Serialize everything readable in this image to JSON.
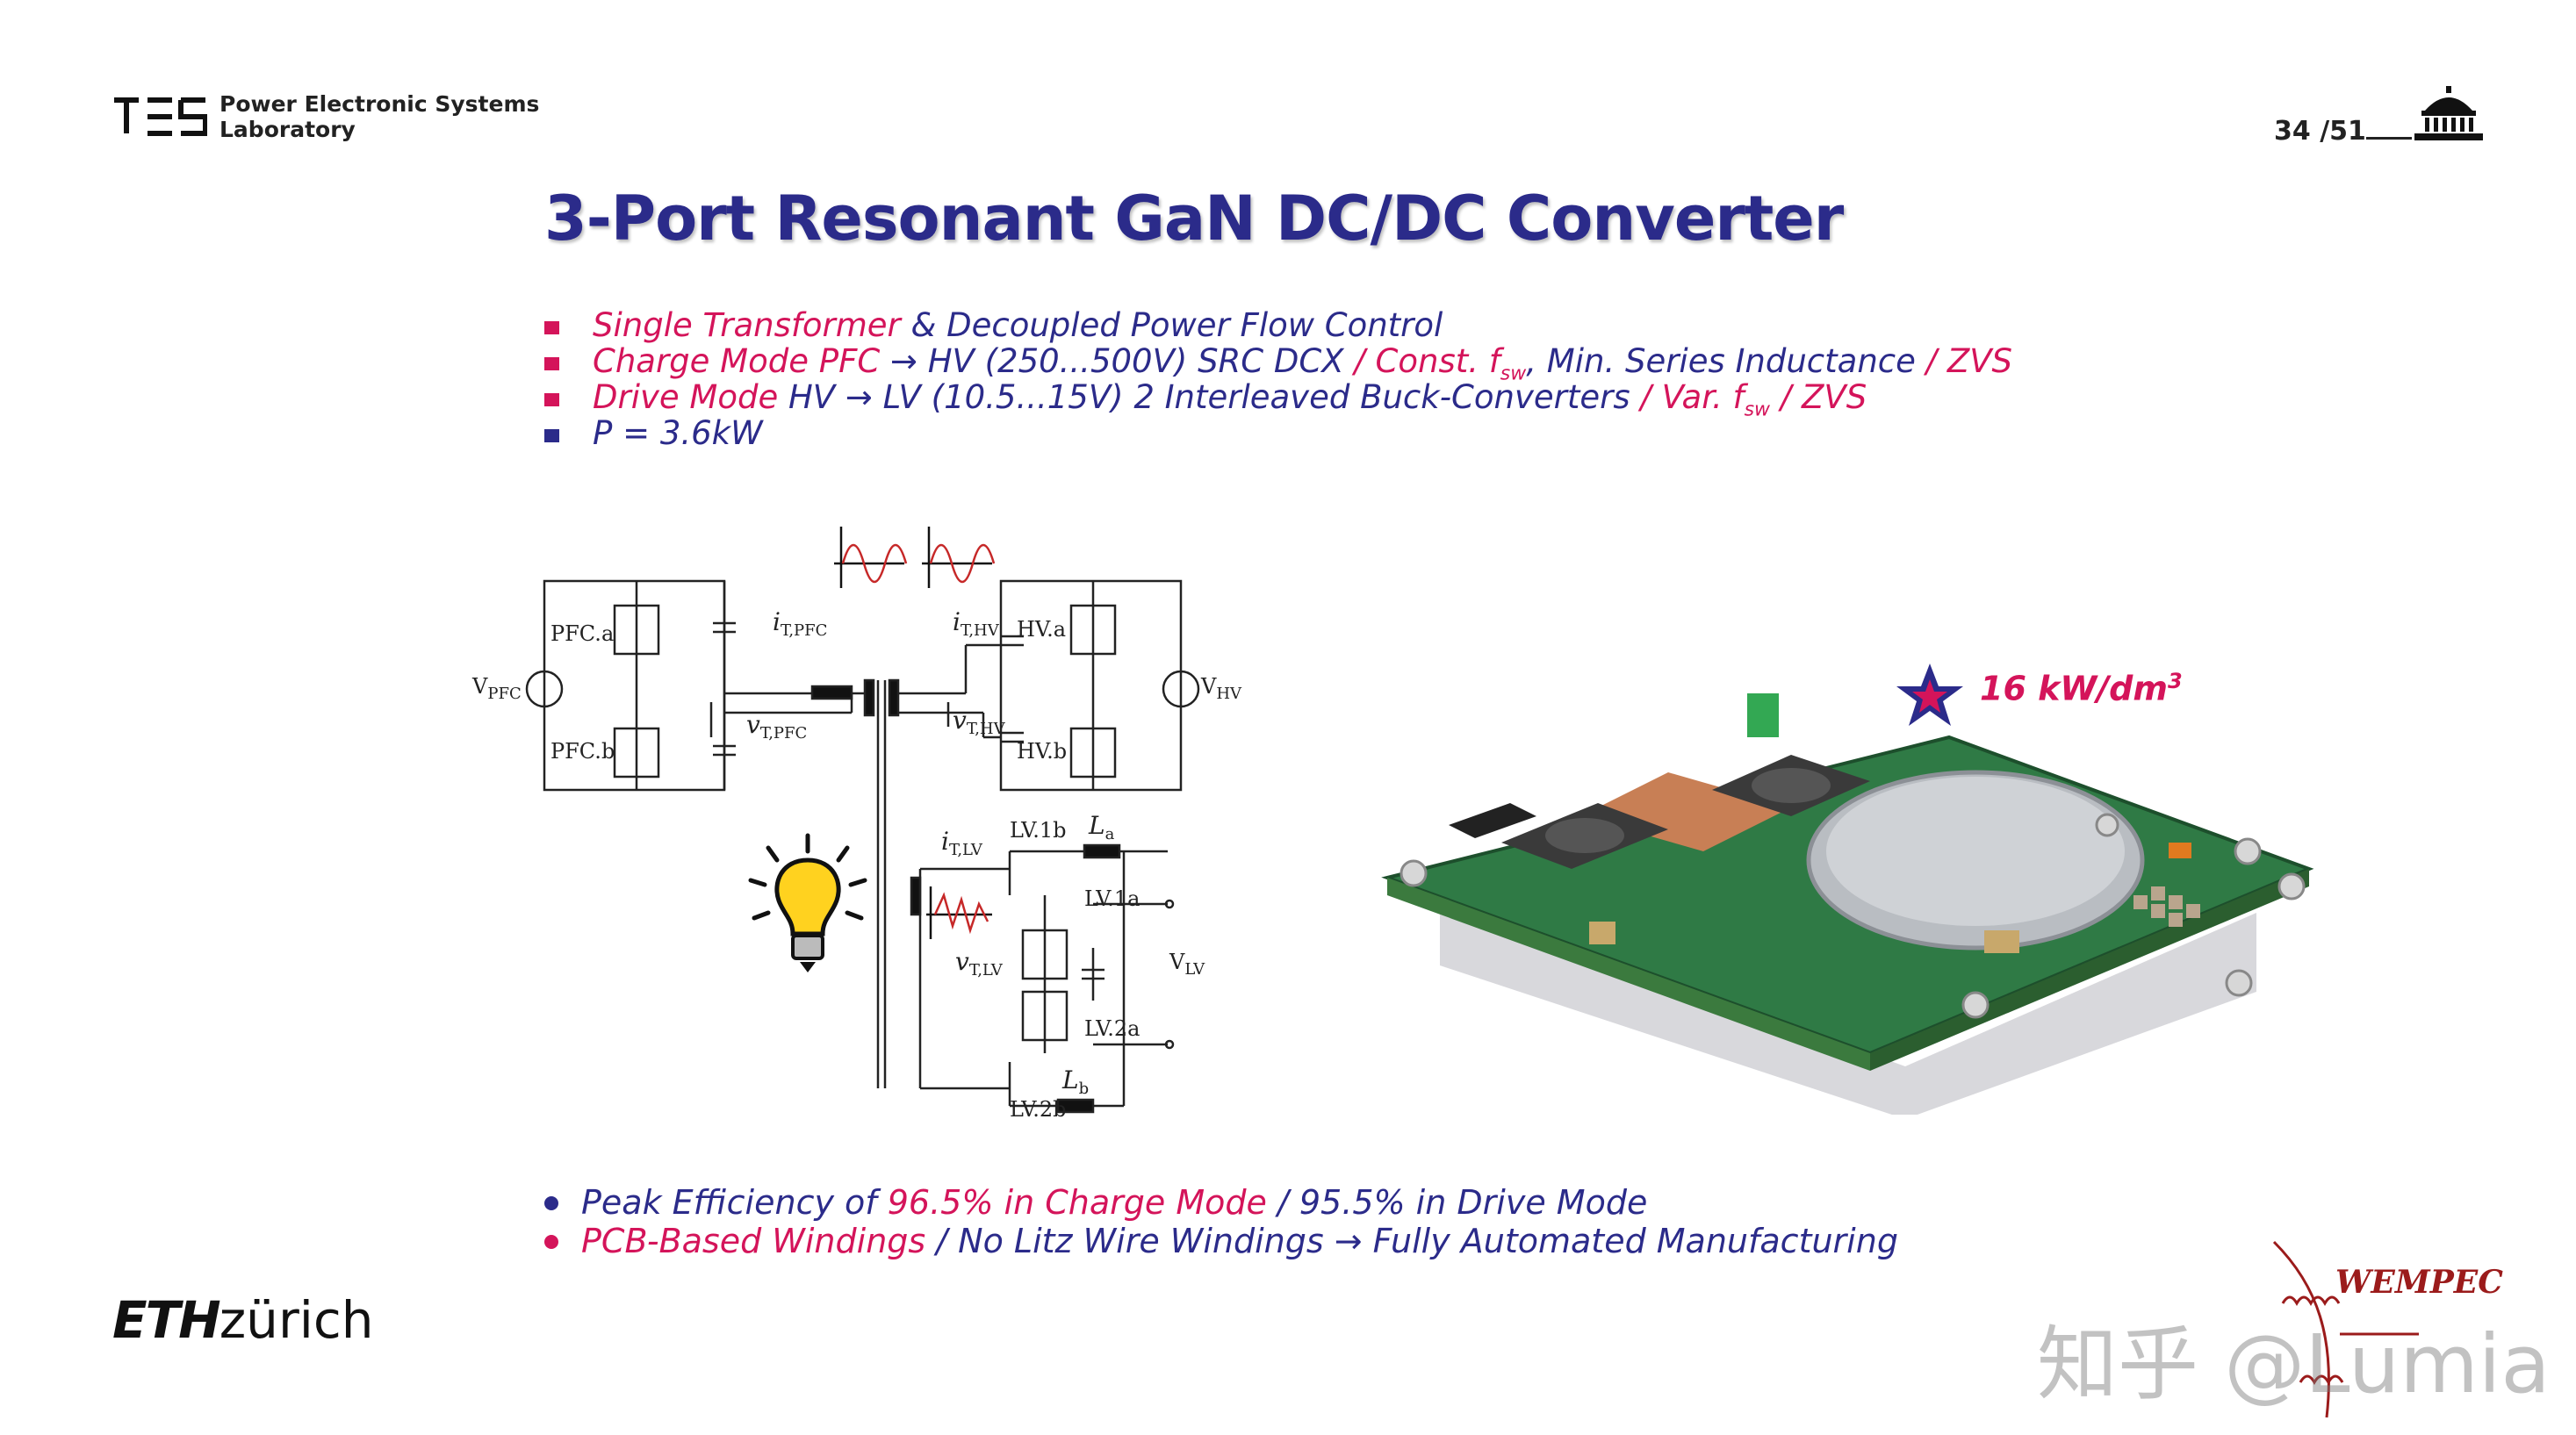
{
  "header": {
    "lab_line1": "Power Electronic Systems",
    "lab_line2": "Laboratory",
    "page_number": "34 /51"
  },
  "title": "3-Port Resonant GaN DC/DC Converter",
  "bullets": [
    {
      "a": "Single Transformer",
      "b": " & Decoupled Power Flow Control"
    },
    {
      "a": "Charge Mode PFC",
      "b": "  →  HV  (250...500V)  SRC DCX ",
      "c": "/ Const. f",
      "sub": "sw",
      "d": ", Min. Series Inductance ",
      "e": "/ ZVS"
    },
    {
      "a": "Drive Mode",
      "b": "     HV  →  LV   (10.5...15V)  2 Interleaved Buck-Converters ",
      "c": "/ Var. f",
      "sub": "sw",
      "d": " ",
      "e": "/ ZVS"
    },
    {
      "a": "",
      "b": "P = 3.6kW"
    }
  ],
  "circuit_labels": {
    "v_pfc": "V",
    "v_pfc_sub": "PFC",
    "v_hv": "V",
    "v_hv_sub": "HV",
    "pfc_a": "PFC.a",
    "pfc_b": "PFC.b",
    "hv_a": "HV.a",
    "hv_b": "HV.b",
    "i_t_pfc": "i",
    "i_t_pfc_sub": "T,PFC",
    "v_t_pfc": "v",
    "v_t_pfc_sub": "T,PFC",
    "i_t_hv": "i",
    "i_t_hv_sub": "T,HV",
    "v_t_hv": "v",
    "v_t_hv_sub": "T,HV",
    "i_t_lv": "i",
    "i_t_lv_sub": "T,LV",
    "v_t_lv": "v",
    "v_t_lv_sub": "T,LV",
    "lv_1b": "LV.1b",
    "lv_1a": "LV.1a",
    "lv_2a": "LV.2a",
    "lv_2b": "LV.2b",
    "l_a": "L",
    "l_a_sub": "a",
    "l_b": "L",
    "l_b_sub": "b",
    "v_lv": "V",
    "v_lv_sub": "LV",
    "plus": "+"
  },
  "density": {
    "value": "16 kW/dm",
    "sup": "3"
  },
  "bottom_bullets": [
    {
      "a": "Peak Efficiency  of ",
      "b": "96.5% in Charge Mode",
      "c": " / 95.5% in Drive Mode"
    },
    {
      "a": "PCB-Based Windings",
      "b": " / No Litz Wire Windings → Fully Automated Manufacturing"
    }
  ],
  "footer": {
    "eth_bold": "ETH",
    "eth_rest": "zürich",
    "wempec": "WEMPEC",
    "watermark": "知乎 @Lumia"
  },
  "colors": {
    "accent": "#d4145a",
    "navy": "#2b2b8a"
  }
}
